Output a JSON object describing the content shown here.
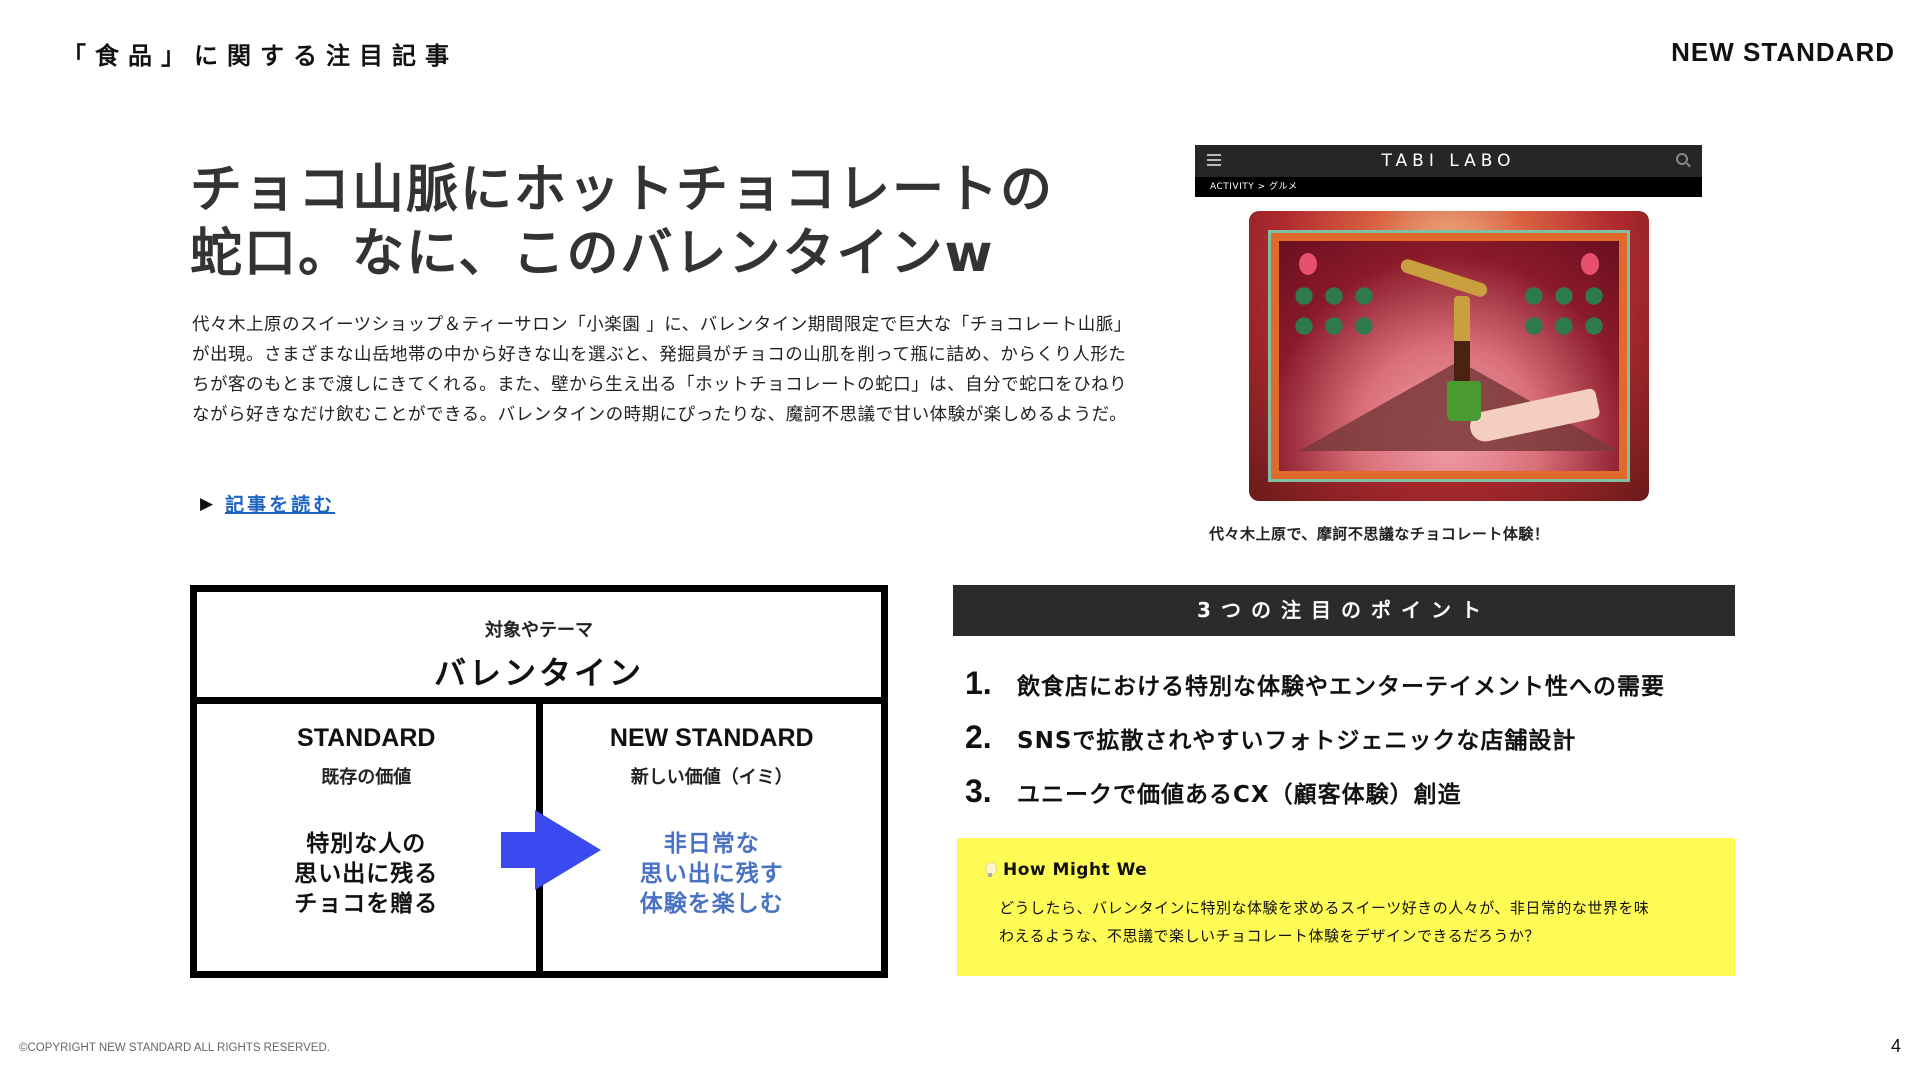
{
  "header": {
    "section_label": "「食品」に関する注目記事",
    "logo": "NEW STANDARD"
  },
  "article": {
    "title_line1": "チョコ山脈にホットチョコレートの",
    "title_line2": "蛇口。なに、このバレンタインw",
    "body": "代々木上原のスイーツショップ＆ティーサロン「小楽園 」に、バレンタイン期間限定で巨大な「チョコレート山脈」が出現。さまざまな山岳地帯の中から好きな山を選ぶと、発掘員がチョコの山肌を削って瓶に詰め、からくり人形たちが客のもとまで渡しにきてくれる。また、壁から生え出る「ホットチョコレートの蛇口」は、自分で蛇口をひねりながら好きなだけ飲むことができる。バレンタインの時期にぴったりな、魔訶不思議で甘い体験が楽しめるようだ。",
    "read_more_marker": "▶",
    "read_more_label": "記事を読む"
  },
  "thumbnail": {
    "site_name": "TABI LABO",
    "breadcrumb": "ACTIVITY > グルメ",
    "menu_icon": "hamburger-icon",
    "search_icon": "search-icon",
    "caption": "代々木上原で、摩訶不思議なチョコレート体験！"
  },
  "compare": {
    "topic_label": "対象やテーマ",
    "topic_value": "バレンタイン",
    "standard": {
      "head": "STANDARD",
      "sub": "既存の価値",
      "desc_lines": [
        "特別な人の",
        "思い出に残る",
        "チョコを贈る"
      ]
    },
    "new_standard": {
      "head": "NEW STANDARD",
      "sub": "新しい価値（イミ）",
      "desc_lines": [
        "非日常な",
        "思い出に残す",
        "体験を楽しむ"
      ]
    },
    "arrow_color": "#3a4af0",
    "new_value_color": "#4a72c4"
  },
  "points": {
    "header": "3つの注目のポイント",
    "items": [
      {
        "num": "1.",
        "text": "飲食店における特別な体験やエンターテイメント性への需要"
      },
      {
        "num": "2.",
        "text": "SNSで拡散されやすいフォトジェニックな店舗設計"
      },
      {
        "num": "3.",
        "text": "ユニークで価値あるCX（顧客体験）創造"
      }
    ]
  },
  "hmw": {
    "icon": "lightbulb-icon",
    "title": "How Might We",
    "body_line1": "どうしたら、バレンタインに特別な体験を求めるスイーツ好きの人々が、非日常的な世界を味",
    "body_line2": "わえるような、不思議で楽しいチョコレート体験をデザインできるだろうか？",
    "bg_color": "#fffb55"
  },
  "footer": {
    "copyright": "©COPYRIGHT NEW STANDARD ALL RIGHTS RESERVED.",
    "page_number": "4"
  }
}
